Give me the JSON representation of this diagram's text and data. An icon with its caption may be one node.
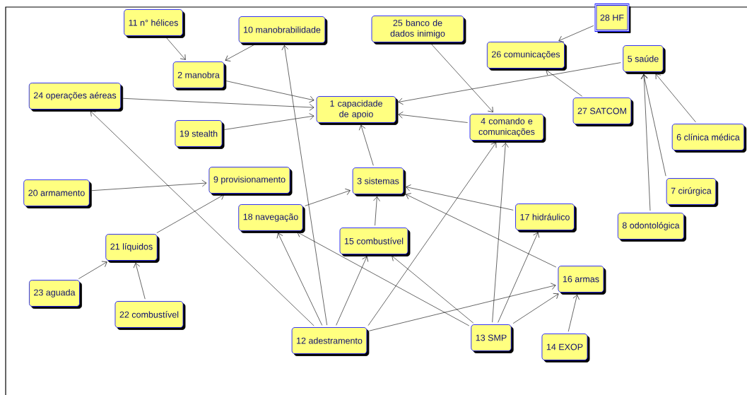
{
  "diagram": {
    "nodes": [
      {
        "text": [
          "1 capacidade de apoio"
        ]
      },
      {
        "text": [
          "2 manobra"
        ]
      },
      {
        "text": [
          "3 sistemas"
        ]
      },
      {
        "text": [
          "4 comando e comunicações"
        ]
      },
      {
        "text": [
          "5 saúde"
        ]
      },
      {
        "text": [
          "6 clínica médica"
        ]
      },
      {
        "text": [
          "7 cirúrgica"
        ]
      },
      {
        "text": [
          "8 odontológica"
        ]
      },
      {
        "text": [
          "9 provisionamento"
        ]
      },
      {
        "text": [
          "10 manobrabilidade"
        ]
      },
      {
        "text": [
          "11 n° hélices"
        ]
      },
      {
        "text": [
          "12 adestramento"
        ]
      },
      {
        "text": [
          "13 SMP"
        ]
      },
      {
        "text": [
          "14 EXOP"
        ]
      },
      {
        "text": [
          "15 combustível"
        ]
      },
      {
        "text": [
          "16 armas"
        ]
      },
      {
        "text": [
          "17 hidráulico"
        ]
      },
      {
        "text": [
          "18 navegação"
        ]
      },
      {
        "text": [
          "19 stealth"
        ]
      },
      {
        "text": [
          "20 armamento"
        ]
      },
      {
        "text": [
          "21 líquidos"
        ]
      },
      {
        "text": [
          "22 combustível"
        ]
      },
      {
        "text": [
          "23 aguada"
        ]
      },
      {
        "text": [
          "24 operações aéreas"
        ]
      },
      {
        "text": [
          "25 banco de dados inimigo"
        ]
      },
      {
        "text": [
          "26 comunicações"
        ]
      },
      {
        "text": [
          "27 SATCOM"
        ]
      },
      {
        "text": [
          "28 HF"
        ]
      }
    ],
    "edges": [
      {
        "from": 10,
        "to": 1,
        "arrow": "to"
      },
      {
        "from": 9,
        "to": 1,
        "arrow": "to"
      },
      {
        "from": 1,
        "to": 0,
        "arrow": "to"
      },
      {
        "from": 23,
        "to": 0,
        "arrow": "to"
      },
      {
        "from": 18,
        "to": 0,
        "arrow": "to"
      },
      {
        "from": 2,
        "to": 0,
        "arrow": "to"
      },
      {
        "from": 3,
        "to": 0,
        "arrow": "to"
      },
      {
        "from": 4,
        "to": 0,
        "arrow": "to"
      },
      {
        "from": 24,
        "to": 3,
        "arrow": "to"
      },
      {
        "from": 26,
        "to": 25,
        "arrow": "to"
      },
      {
        "from": 27,
        "to": 25,
        "arrow": "to"
      },
      {
        "from": 5,
        "to": 4,
        "arrow": "to"
      },
      {
        "from": 6,
        "to": 4,
        "arrow": "to"
      },
      {
        "from": 7,
        "to": 4,
        "arrow": "to"
      },
      {
        "from": 19,
        "to": 8,
        "arrow": "to"
      },
      {
        "from": 20,
        "to": 8,
        "arrow": "to"
      },
      {
        "from": 22,
        "to": 20,
        "arrow": "to"
      },
      {
        "from": 21,
        "to": 20,
        "arrow": "to"
      },
      {
        "from": 17,
        "to": 2,
        "arrow": "to"
      },
      {
        "from": 14,
        "to": 2,
        "arrow": "to"
      },
      {
        "from": 16,
        "to": 2,
        "arrow": "to"
      },
      {
        "from": 15,
        "to": 2,
        "arrow": "to"
      },
      {
        "from": 11,
        "to": 9,
        "arrow": "to"
      },
      {
        "from": 11,
        "to": 23,
        "arrow": "to"
      },
      {
        "from": 11,
        "to": 17,
        "arrow": "to"
      },
      {
        "from": 11,
        "to": 14,
        "arrow": "to"
      },
      {
        "from": 11,
        "to": 3,
        "arrow": "to"
      },
      {
        "from": 11,
        "to": 15,
        "arrow": "to"
      },
      {
        "from": 12,
        "to": 17,
        "arrow": "to"
      },
      {
        "from": 12,
        "to": 14,
        "arrow": "to"
      },
      {
        "from": 12,
        "to": 3,
        "arrow": "to"
      },
      {
        "from": 12,
        "to": 16,
        "arrow": "to"
      },
      {
        "from": 12,
        "to": 15,
        "arrow": "to"
      },
      {
        "from": 13,
        "to": 15,
        "arrow": "to"
      }
    ]
  }
}
